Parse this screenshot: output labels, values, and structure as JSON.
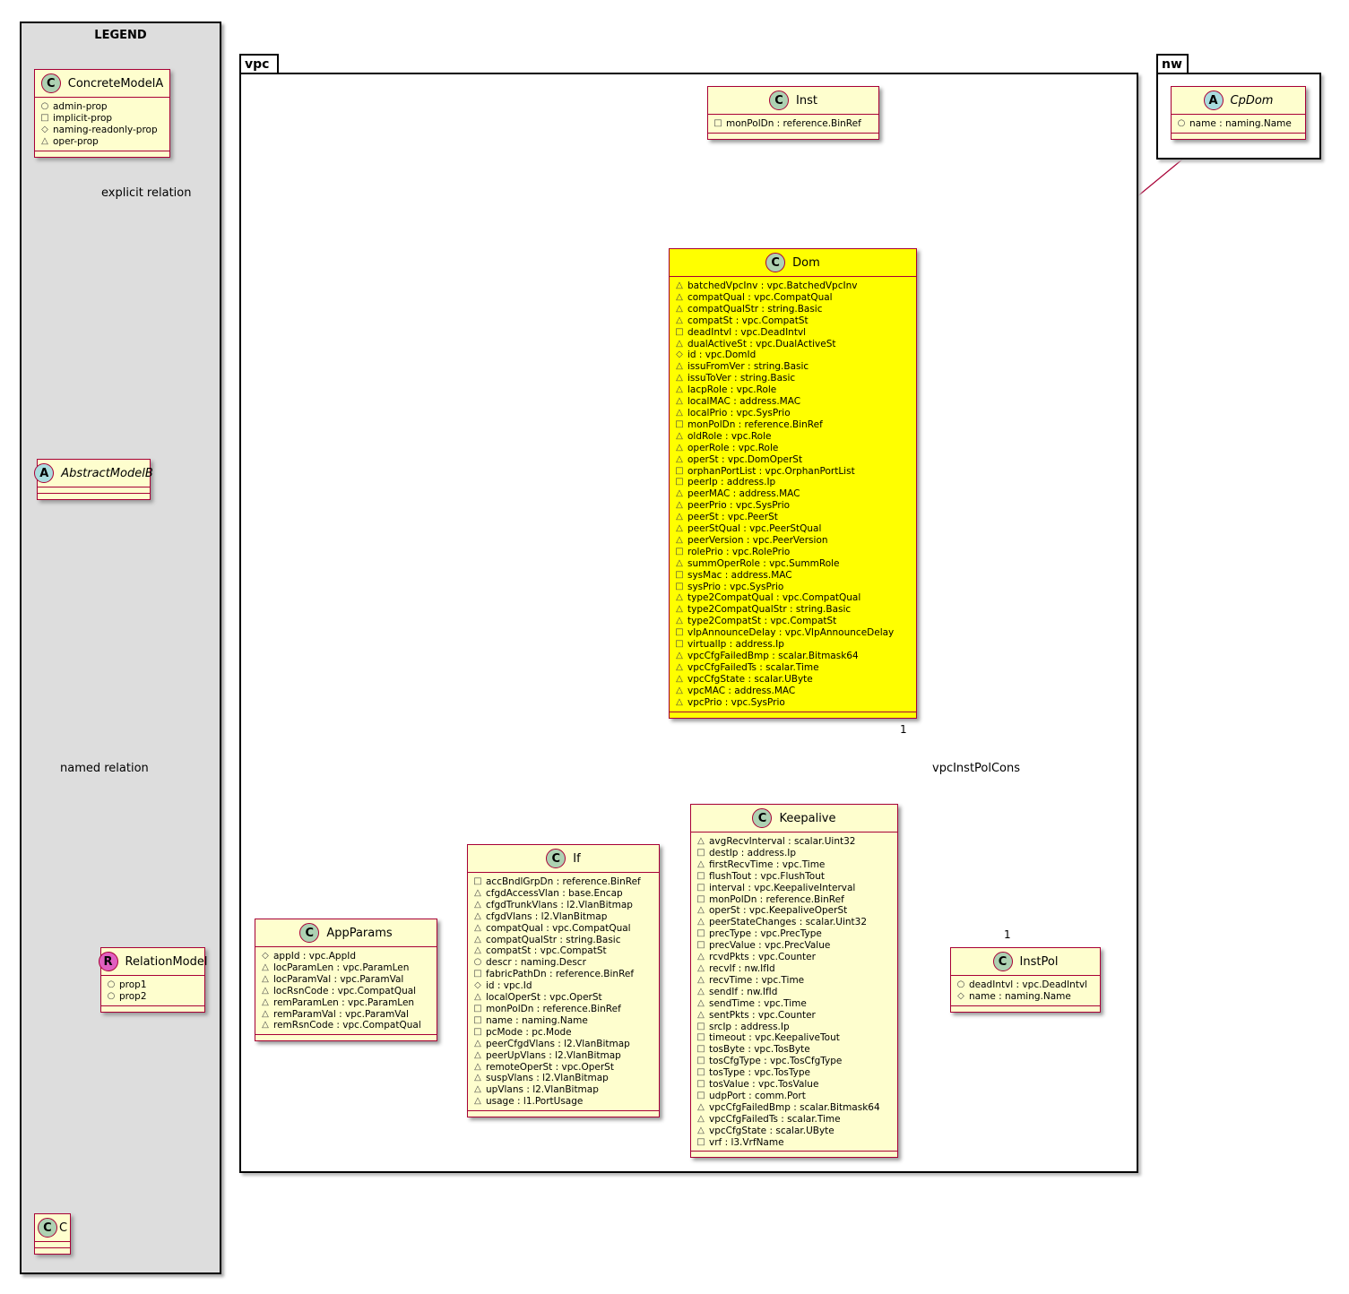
{
  "legend": {
    "title": "LEGEND",
    "classes": {
      "concrete": {
        "name": "ConcreteModelA",
        "stereotype": "C",
        "attrs": [
          {
            "vis": "+",
            "text": "admin-prop"
          },
          {
            "vis": "-",
            "text": "implicit-prop"
          },
          {
            "vis": "#",
            "text": "naming-readonly-prop"
          },
          {
            "vis": "~",
            "text": "oper-prop"
          }
        ]
      },
      "abstract": {
        "name": "AbstractModelB",
        "stereotype": "A"
      },
      "relation": {
        "name": "RelationModel",
        "stereotype": "R",
        "attrs": [
          {
            "vis": "+",
            "text": "prop1"
          },
          {
            "vis": "+",
            "text": "prop2"
          }
        ]
      },
      "c": {
        "name": "C",
        "stereotype": "C"
      }
    },
    "labels": {
      "explicit": "explicit relation",
      "named": "named relation"
    }
  },
  "packages": {
    "vpc": "vpc",
    "nw": "nw"
  },
  "classes": {
    "inst": {
      "name": "Inst",
      "stereotype": "C",
      "attrs": [
        {
          "vis": "-",
          "text": "monPolDn : reference.BinRef"
        }
      ]
    },
    "cpdom": {
      "name": "CpDom",
      "stereotype": "A",
      "attrs": [
        {
          "vis": "+",
          "text": "name : naming.Name"
        }
      ]
    },
    "dom": {
      "name": "Dom",
      "stereotype": "C",
      "highlight": "#ffff00",
      "attrs": [
        {
          "vis": "~",
          "text": "batchedVpcInv : vpc.BatchedVpcInv"
        },
        {
          "vis": "~",
          "text": "compatQual : vpc.CompatQual"
        },
        {
          "vis": "~",
          "text": "compatQualStr : string.Basic"
        },
        {
          "vis": "~",
          "text": "compatSt : vpc.CompatSt"
        },
        {
          "vis": "-",
          "text": "deadIntvl : vpc.DeadIntvl"
        },
        {
          "vis": "~",
          "text": "dualActiveSt : vpc.DualActiveSt"
        },
        {
          "vis": "#",
          "text": "id : vpc.DomId"
        },
        {
          "vis": "~",
          "text": "issuFromVer : string.Basic"
        },
        {
          "vis": "~",
          "text": "issuToVer : string.Basic"
        },
        {
          "vis": "~",
          "text": "lacpRole : vpc.Role"
        },
        {
          "vis": "~",
          "text": "localMAC : address.MAC"
        },
        {
          "vis": "~",
          "text": "localPrio : vpc.SysPrio"
        },
        {
          "vis": "-",
          "text": "monPolDn : reference.BinRef"
        },
        {
          "vis": "~",
          "text": "oldRole : vpc.Role"
        },
        {
          "vis": "~",
          "text": "operRole : vpc.Role"
        },
        {
          "vis": "~",
          "text": "operSt : vpc.DomOperSt"
        },
        {
          "vis": "-",
          "text": "orphanPortList : vpc.OrphanPortList"
        },
        {
          "vis": "-",
          "text": "peerIp : address.Ip"
        },
        {
          "vis": "~",
          "text": "peerMAC : address.MAC"
        },
        {
          "vis": "~",
          "text": "peerPrio : vpc.SysPrio"
        },
        {
          "vis": "~",
          "text": "peerSt : vpc.PeerSt"
        },
        {
          "vis": "~",
          "text": "peerStQual : vpc.PeerStQual"
        },
        {
          "vis": "~",
          "text": "peerVersion : vpc.PeerVersion"
        },
        {
          "vis": "-",
          "text": "rolePrio : vpc.RolePrio"
        },
        {
          "vis": "~",
          "text": "summOperRole : vpc.SummRole"
        },
        {
          "vis": "-",
          "text": "sysMac : address.MAC"
        },
        {
          "vis": "-",
          "text": "sysPrio : vpc.SysPrio"
        },
        {
          "vis": "~",
          "text": "type2CompatQual : vpc.CompatQual"
        },
        {
          "vis": "~",
          "text": "type2CompatQualStr : string.Basic"
        },
        {
          "vis": "~",
          "text": "type2CompatSt : vpc.CompatSt"
        },
        {
          "vis": "-",
          "text": "vIpAnnounceDelay : vpc.VIpAnnounceDelay"
        },
        {
          "vis": "-",
          "text": "virtualIp : address.Ip"
        },
        {
          "vis": "~",
          "text": "vpcCfgFailedBmp : scalar.Bitmask64"
        },
        {
          "vis": "~",
          "text": "vpcCfgFailedTs : scalar.Time"
        },
        {
          "vis": "~",
          "text": "vpcCfgState : scalar.UByte"
        },
        {
          "vis": "~",
          "text": "vpcMAC : address.MAC"
        },
        {
          "vis": "~",
          "text": "vpcPrio : vpc.SysPrio"
        }
      ]
    },
    "appparams": {
      "name": "AppParams",
      "stereotype": "C",
      "attrs": [
        {
          "vis": "#",
          "text": "appId : vpc.AppId"
        },
        {
          "vis": "~",
          "text": "locParamLen : vpc.ParamLen"
        },
        {
          "vis": "~",
          "text": "locParamVal : vpc.ParamVal"
        },
        {
          "vis": "~",
          "text": "locRsnCode : vpc.CompatQual"
        },
        {
          "vis": "~",
          "text": "remParamLen : vpc.ParamLen"
        },
        {
          "vis": "~",
          "text": "remParamVal : vpc.ParamVal"
        },
        {
          "vis": "~",
          "text": "remRsnCode : vpc.CompatQual"
        }
      ]
    },
    "if": {
      "name": "If",
      "stereotype": "C",
      "attrs": [
        {
          "vis": "-",
          "text": "accBndlGrpDn : reference.BinRef"
        },
        {
          "vis": "~",
          "text": "cfgdAccessVlan : base.Encap"
        },
        {
          "vis": "~",
          "text": "cfgdTrunkVlans : l2.VlanBitmap"
        },
        {
          "vis": "~",
          "text": "cfgdVlans : l2.VlanBitmap"
        },
        {
          "vis": "~",
          "text": "compatQual : vpc.CompatQual"
        },
        {
          "vis": "~",
          "text": "compatQualStr : string.Basic"
        },
        {
          "vis": "~",
          "text": "compatSt : vpc.CompatSt"
        },
        {
          "vis": "+",
          "text": "descr : naming.Descr"
        },
        {
          "vis": "-",
          "text": "fabricPathDn : reference.BinRef"
        },
        {
          "vis": "#",
          "text": "id : vpc.Id"
        },
        {
          "vis": "~",
          "text": "localOperSt : vpc.OperSt"
        },
        {
          "vis": "-",
          "text": "monPolDn : reference.BinRef"
        },
        {
          "vis": "-",
          "text": "name : naming.Name"
        },
        {
          "vis": "-",
          "text": "pcMode : pc.Mode"
        },
        {
          "vis": "~",
          "text": "peerCfgdVlans : l2.VlanBitmap"
        },
        {
          "vis": "~",
          "text": "peerUpVlans : l2.VlanBitmap"
        },
        {
          "vis": "~",
          "text": "remoteOperSt : vpc.OperSt"
        },
        {
          "vis": "~",
          "text": "suspVlans : l2.VlanBitmap"
        },
        {
          "vis": "~",
          "text": "upVlans : l2.VlanBitmap"
        },
        {
          "vis": "~",
          "text": "usage : l1.PortUsage"
        }
      ]
    },
    "keepalive": {
      "name": "Keepalive",
      "stereotype": "C",
      "attrs": [
        {
          "vis": "~",
          "text": "avgRecvInterval : scalar.Uint32"
        },
        {
          "vis": "-",
          "text": "destIp : address.Ip"
        },
        {
          "vis": "~",
          "text": "firstRecvTime : vpc.Time"
        },
        {
          "vis": "-",
          "text": "flushTout : vpc.FlushTout"
        },
        {
          "vis": "-",
          "text": "interval : vpc.KeepaliveInterval"
        },
        {
          "vis": "-",
          "text": "monPolDn : reference.BinRef"
        },
        {
          "vis": "~",
          "text": "operSt : vpc.KeepaliveOperSt"
        },
        {
          "vis": "~",
          "text": "peerStateChanges : scalar.Uint32"
        },
        {
          "vis": "-",
          "text": "precType : vpc.PrecType"
        },
        {
          "vis": "-",
          "text": "precValue : vpc.PrecValue"
        },
        {
          "vis": "~",
          "text": "rcvdPkts : vpc.Counter"
        },
        {
          "vis": "~",
          "text": "recvIf : nw.IfId"
        },
        {
          "vis": "~",
          "text": "recvTime : vpc.Time"
        },
        {
          "vis": "~",
          "text": "sendIf : nw.IfId"
        },
        {
          "vis": "~",
          "text": "sendTime : vpc.Time"
        },
        {
          "vis": "~",
          "text": "sentPkts : vpc.Counter"
        },
        {
          "vis": "-",
          "text": "srcIp : address.Ip"
        },
        {
          "vis": "-",
          "text": "timeout : vpc.KeepaliveTout"
        },
        {
          "vis": "-",
          "text": "tosByte : vpc.TosByte"
        },
        {
          "vis": "-",
          "text": "tosCfgType : vpc.TosCfgType"
        },
        {
          "vis": "-",
          "text": "tosType : vpc.TosType"
        },
        {
          "vis": "-",
          "text": "tosValue : vpc.TosValue"
        },
        {
          "vis": "-",
          "text": "udpPort : comm.Port"
        },
        {
          "vis": "~",
          "text": "vpcCfgFailedBmp : scalar.Bitmask64"
        },
        {
          "vis": "~",
          "text": "vpcCfgFailedTs : scalar.Time"
        },
        {
          "vis": "~",
          "text": "vpcCfgState : scalar.UByte"
        },
        {
          "vis": "-",
          "text": "vrf : l3.VrfName"
        }
      ]
    },
    "instpol": {
      "name": "InstPol",
      "stereotype": "C",
      "attrs": [
        {
          "vis": "+",
          "text": "deadIntvl : vpc.DeadIntvl"
        },
        {
          "vis": "#",
          "text": "name : naming.Name"
        }
      ]
    }
  },
  "relations": {
    "vpcInstPolCons": {
      "label": "vpcInstPolCons",
      "from_mult": "1",
      "to_mult": "1"
    }
  }
}
